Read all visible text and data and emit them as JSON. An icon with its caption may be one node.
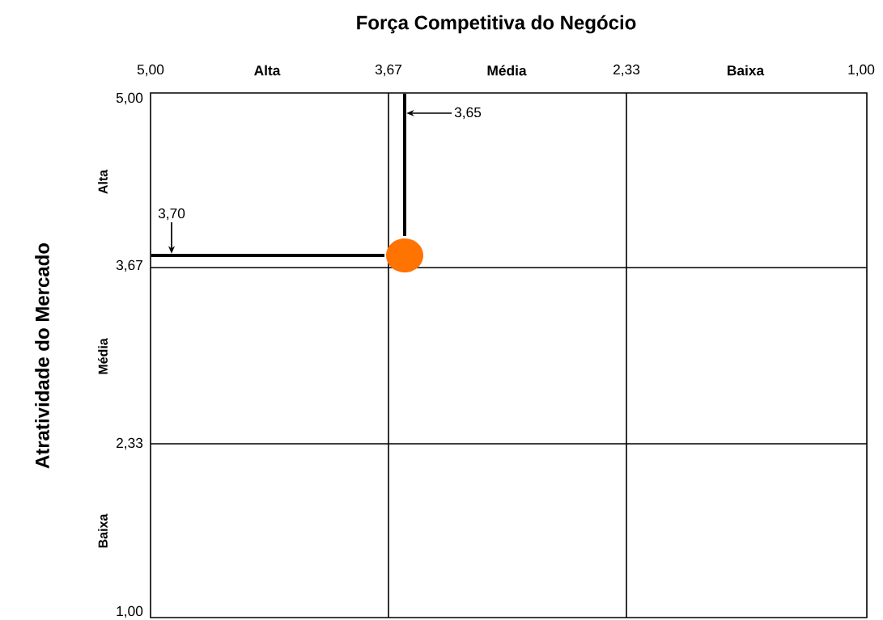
{
  "diagram": {
    "title": "Força Competitiva do Negócio",
    "nodes": [
      {
        "text": [
          "3,65"
        ]
      },
      {
        "text": [
          "3,70"
        ]
      },
      {
        "text": [],
        "shape": "bar"
      },
      {
        "text": [],
        "shape": "bar"
      },
      {
        "text": [],
        "shape": "circle"
      }
    ],
    "edges": [
      {
        "from": 0,
        "to": 2,
        "arrow": "to"
      },
      {
        "from": 1,
        "to": 3,
        "arrow": "to"
      }
    ],
    "labels": [
      "Atratividade do Mercado",
      "5,00",
      "Alta",
      "3,67",
      "Média",
      "2,33",
      "Baixa",
      "1,00",
      "5,00",
      "Alta",
      "3,67",
      "Média",
      "2,33",
      "Baixa",
      "1,00"
    ]
  }
}
